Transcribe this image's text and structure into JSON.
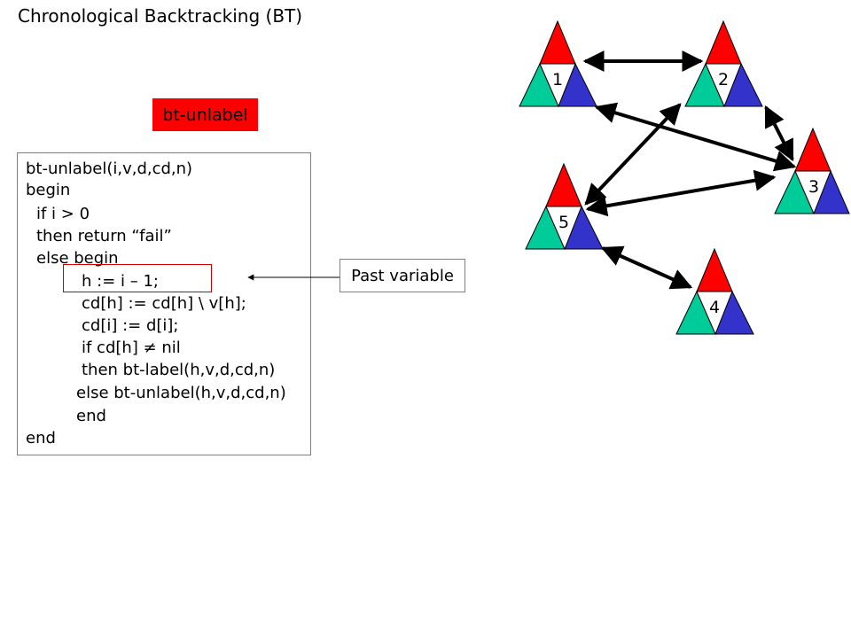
{
  "title": "Chronological Backtracking (BT)",
  "badge": {
    "label": "bt-unlabel",
    "color": "#ff0000"
  },
  "code": {
    "lines": [
      "bt-unlabel(i,v,d,cd,n)",
      "begin",
      "if i > 0",
      "then return “fail”",
      "else begin",
      "h := i – 1;",
      "cd[h] := cd[h] \\ v[h];",
      "cd[i] := d[i];",
      "if cd[h] ≠ nil",
      "then bt-label(h,v,d,cd,n)",
      "else bt-unlabel(h,v,d,cd,n)",
      "end",
      "end"
    ],
    "highlighted_line": 5
  },
  "callout": {
    "label": "Past variable"
  },
  "graph": {
    "colors": {
      "top": "#ff0000",
      "left": "#00cc99",
      "right": "#3333cc"
    },
    "nodes": [
      {
        "id": "1",
        "label": "1"
      },
      {
        "id": "2",
        "label": "2"
      },
      {
        "id": "3",
        "label": "3"
      },
      {
        "id": "4",
        "label": "4"
      },
      {
        "id": "5",
        "label": "5"
      }
    ],
    "edges": [
      {
        "from": "1",
        "to": "2"
      },
      {
        "from": "1",
        "to": "3"
      },
      {
        "from": "2",
        "to": "3"
      },
      {
        "from": "2",
        "to": "5"
      },
      {
        "from": "3",
        "to": "5"
      },
      {
        "from": "5",
        "to": "4"
      }
    ]
  }
}
